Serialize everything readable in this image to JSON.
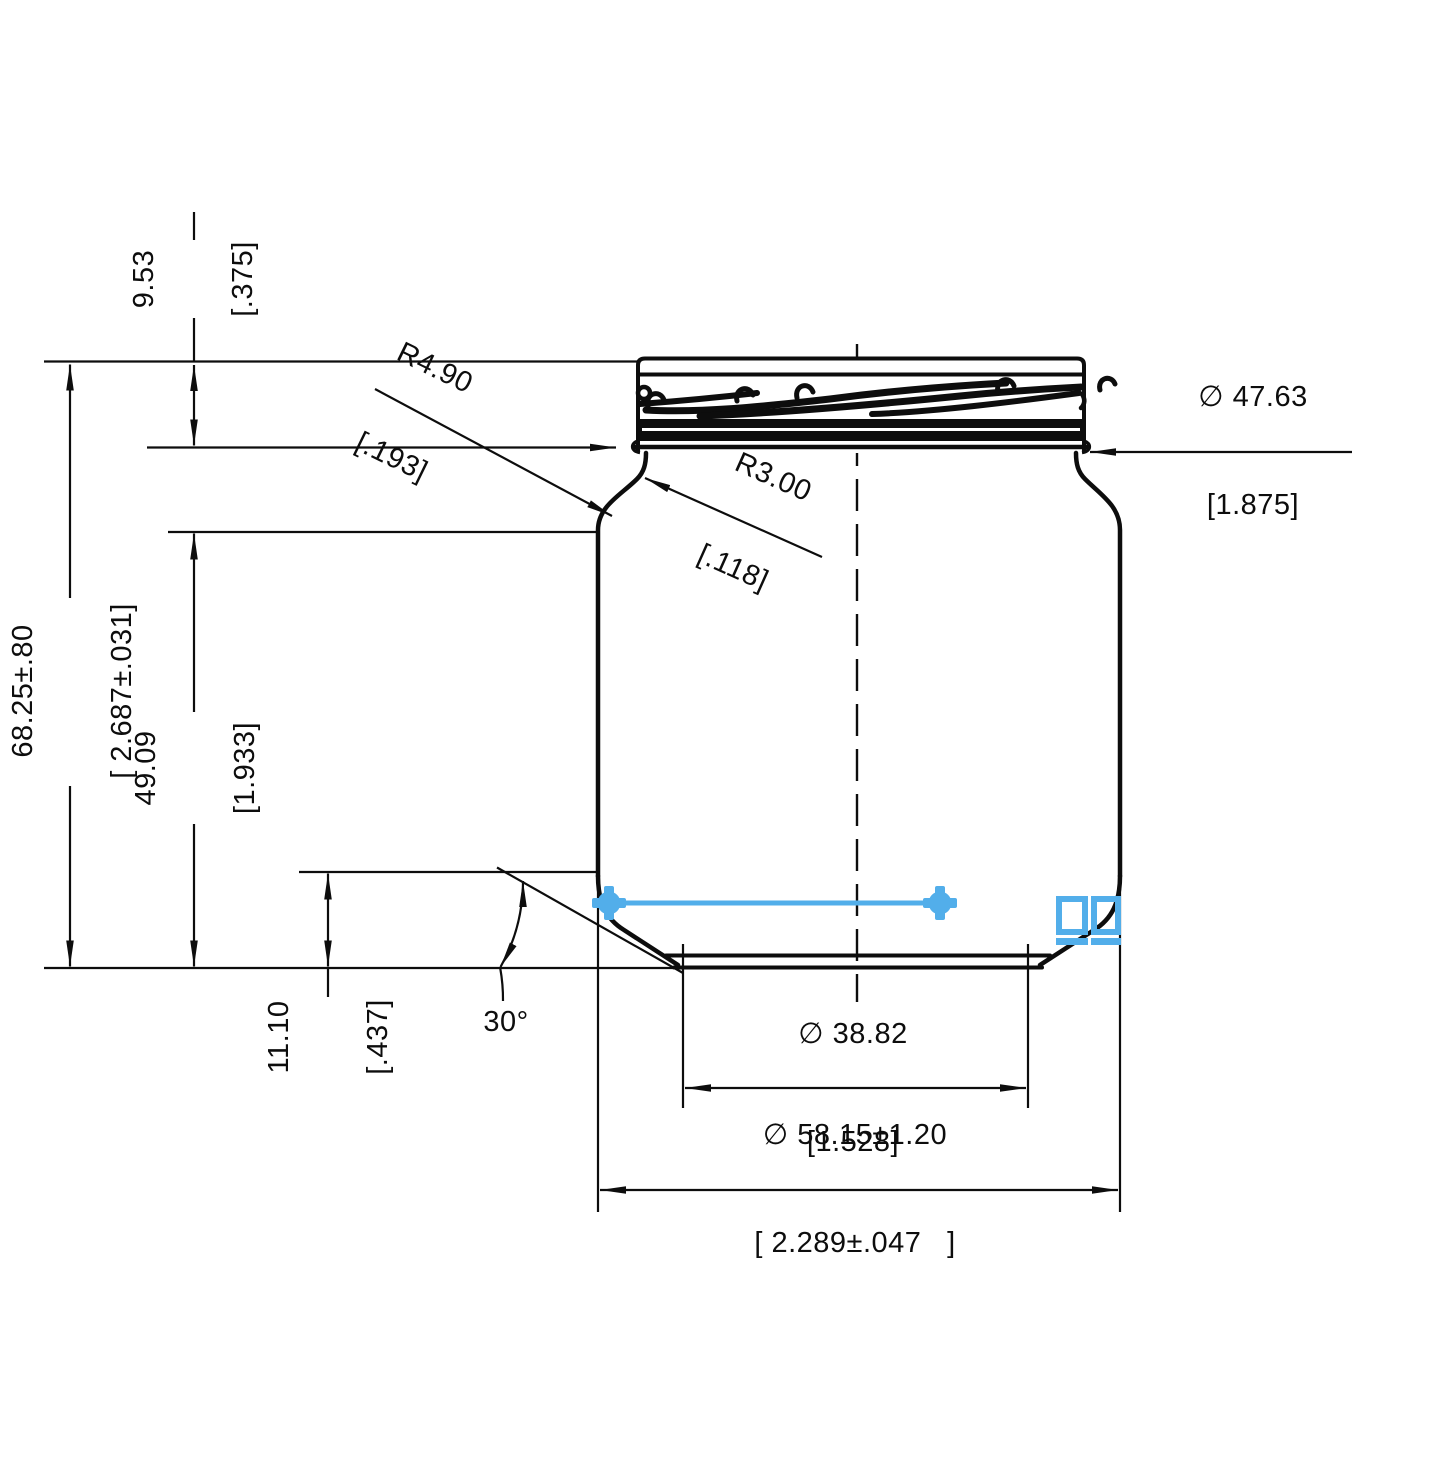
{
  "drawing": {
    "colors": {
      "line": "#0d0d0d",
      "background": "#ffffff",
      "accent_blue": "#52aeea"
    },
    "dimensions": {
      "finish_height": {
        "mm": "9.53",
        "inch": "[.375]"
      },
      "neck_radius": {
        "mm": "R4.90",
        "inch": "[.193]"
      },
      "shoulder_radius": {
        "mm": "R3.00",
        "inch": "[.118]"
      },
      "finish_diameter": {
        "mm": "∅ 47.63",
        "inch": "[1.875]"
      },
      "overall_height": {
        "mm": "68.25±.80",
        "inch": "[ 2.687±.031]"
      },
      "body_height": {
        "mm": "49.09",
        "inch": "[1.933]"
      },
      "base_height": {
        "mm": "11.10",
        "inch": "[.437]"
      },
      "base_angle": {
        "deg": "30°"
      },
      "base_diameter": {
        "mm": "∅ 38.82",
        "inch": "[1.528]"
      },
      "body_diameter": {
        "mm": "∅ 58.15±1.20",
        "inch": "[ 2.289±.047   ]"
      }
    }
  }
}
